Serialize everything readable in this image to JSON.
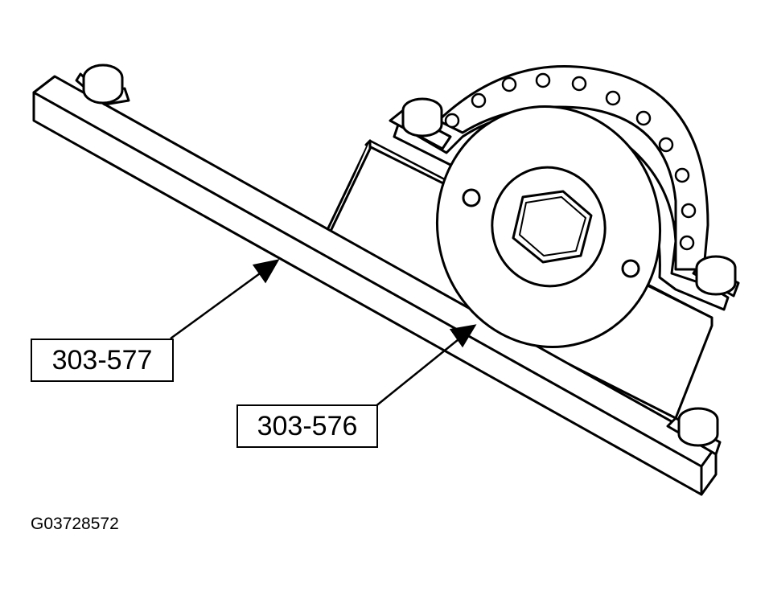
{
  "figure": {
    "callouts": [
      {
        "label": "303-577"
      },
      {
        "label": "303-576"
      }
    ],
    "figure_id": "G03728572",
    "colors": {
      "line": "#000000",
      "fill": "#ffffff"
    }
  }
}
